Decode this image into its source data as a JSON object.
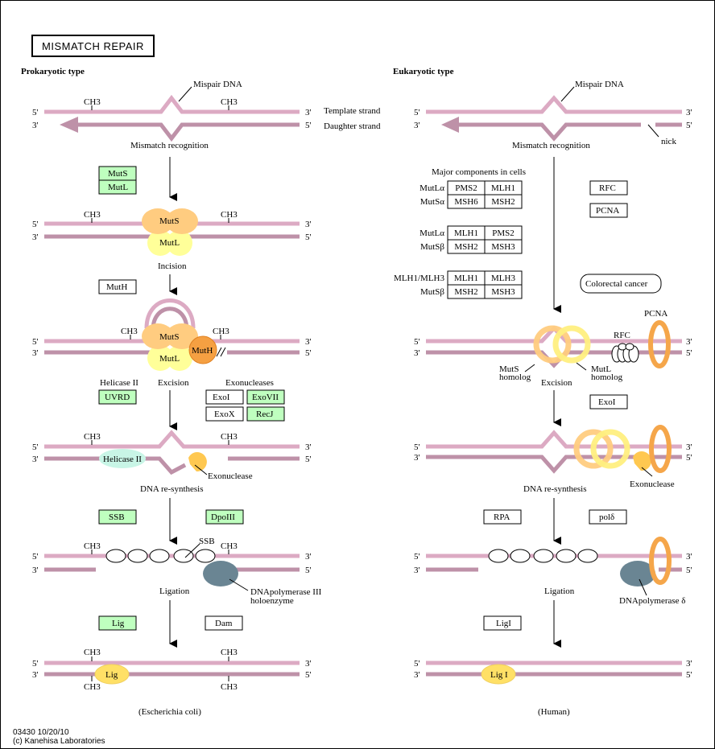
{
  "title": "MISMATCH REPAIR",
  "colors": {
    "template_strand": "#dcaac3",
    "daughter_strand": "#be91a8",
    "gene_box_green": "#bfffbf",
    "gene_box_white": "#ffffff",
    "muts": "#ffcc80",
    "mutl": "#ffff99",
    "muth": "#f5a042",
    "helicase": "#c8f5e6",
    "exonuclease": "#ffc850",
    "polymerase": "#6a8593",
    "ligase": "#ffe066",
    "pcna": "#f5a64a"
  },
  "prokaryotic": {
    "heading": "Prokaryotic type",
    "organism": "(Escherichia coli)",
    "strand_labels": {
      "template": "Template strand",
      "daughter": "Daughter strand"
    },
    "ends": {
      "five": "5'",
      "three": "3'"
    },
    "methyl": "CH3",
    "mispair_label": "Mispair DNA",
    "steps": {
      "mismatch_recognition": "Mismatch recognition",
      "incision": "Incision",
      "excision": "Excision",
      "resynthesis": "DNA re-synthesis",
      "ligation": "Ligation"
    },
    "gene_boxes": {
      "muts": "MutS",
      "mutl": "MutL",
      "muth": "MutH",
      "uvrd": "UVRD",
      "exoi": "ExoI",
      "exovii": "ExoVII",
      "exox": "ExoX",
      "recj": "RecJ",
      "ssb": "SSB",
      "dpoiii": "DpoIII",
      "lig": "Lig",
      "dam": "Dam"
    },
    "group_labels": {
      "helicase": "Helicase II",
      "exonucleases": "Exonucleases"
    },
    "proteins": {
      "muts": "MutS",
      "mutl": "MutL",
      "muth": "MutH",
      "helicase": "Helicase II",
      "exonuclease": "Exonuclease",
      "ssb": "SSB",
      "polymerase_line1": "DNApolymerase III",
      "polymerase_line2": "holoenzyme",
      "lig": "Lig"
    }
  },
  "eukaryotic": {
    "heading": "Eukaryotic type",
    "organism": "(Human)",
    "mispair_label": "Mispair DNA",
    "nick_label": "nick",
    "steps": {
      "mismatch_recognition": "Mismatch recognition",
      "excision": "Excision",
      "resynthesis": "DNA re-synthesis",
      "ligation": "Ligation"
    },
    "components_heading": "Major components in cells",
    "complexes": [
      {
        "rows": [
          {
            "label": "MutLα",
            "cells": [
              "PMS2",
              "MLH1"
            ]
          },
          {
            "label": "MutSα",
            "cells": [
              "MSH6",
              "MSH2"
            ]
          }
        ]
      },
      {
        "rows": [
          {
            "label": "MutLα",
            "cells": [
              "MLH1",
              "PMS2"
            ]
          },
          {
            "label": "MutSβ",
            "cells": [
              "MSH2",
              "MSH3"
            ]
          }
        ]
      },
      {
        "rows": [
          {
            "label": "MLH1/MLH3",
            "cells": [
              "MLH1",
              "MLH3"
            ]
          },
          {
            "label": "MutSβ",
            "cells": [
              "MSH2",
              "MSH3"
            ]
          }
        ]
      }
    ],
    "gene_boxes": {
      "rfc": "RFC",
      "pcna": "PCNA",
      "exoi": "ExoI",
      "rpa": "RPA",
      "pold": "polδ",
      "ligi": "LigI"
    },
    "disease_link": "Colorectal cancer",
    "proteins": {
      "muts_homolog_1": "MutS",
      "muts_homolog_2": "homolog",
      "mutl_homolog_1": "MutL",
      "mutl_homolog_2": "homolog",
      "rfc": "RFC",
      "pcna": "PCNA",
      "exonuclease": "Exonuclease",
      "polymerase": "DNApolymerase δ",
      "ligi": "Lig I"
    }
  },
  "footer": {
    "map_id_date": "03430 10/20/10",
    "copyright": "(c) Kanehisa Laboratories"
  }
}
